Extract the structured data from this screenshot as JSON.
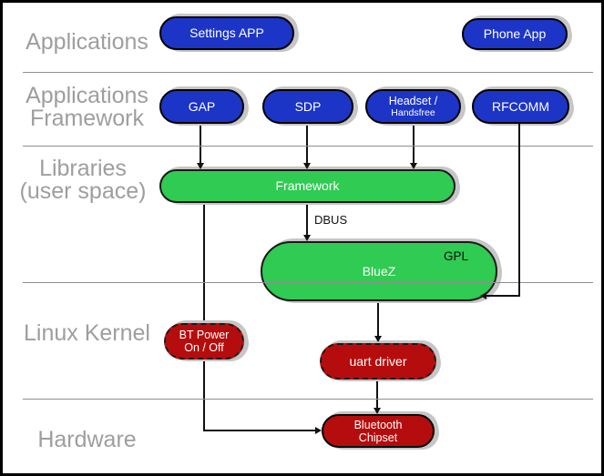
{
  "colors": {
    "blue": "#1c35c6",
    "green": "#2fcb52",
    "red": "#b50d0d",
    "label_gray": "#9e9e9e",
    "shadow": "#c6c6c6",
    "divider": "#8f8f8f",
    "line": "#111111"
  },
  "layers": {
    "applications": {
      "lines": [
        "Applications"
      ]
    },
    "applications_framework": {
      "lines": [
        "Applications",
        "Framework"
      ]
    },
    "libraries": {
      "lines": [
        "Libraries",
        "(user space)"
      ]
    },
    "linux_kernel": {
      "lines": [
        "Linux Kernel"
      ]
    },
    "hardware": {
      "lines": [
        "Hardware"
      ]
    }
  },
  "nodes": {
    "settings_app": {
      "label": "Settings APP",
      "color": "#1c35c6"
    },
    "phone_app": {
      "label": "Phone App",
      "color": "#1c35c6"
    },
    "gap": {
      "label": "GAP",
      "color": "#1c35c6"
    },
    "sdp": {
      "label": "SDP",
      "color": "#1c35c6"
    },
    "headset": {
      "line1": "Headset /",
      "line2": "Handsfree",
      "color": "#1c35c6"
    },
    "rfcomm": {
      "label": "RFCOMM",
      "color": "#1c35c6"
    },
    "framework": {
      "label": "Framework",
      "color": "#2fcb52"
    },
    "bluez": {
      "label": "BlueZ",
      "badge": "GPL",
      "color": "#2fcb52"
    },
    "bt_power": {
      "line1": "BT Power",
      "line2": "On / Off",
      "color": "#b50d0d",
      "border": "dashed"
    },
    "uart_driver": {
      "label": "uart driver",
      "color": "#b50d0d",
      "border": "dashed"
    },
    "bluetooth_chipset": {
      "line1": "Bluetooth",
      "line2": "Chipset",
      "color": "#b50d0d",
      "border": "solid"
    }
  },
  "edge_labels": {
    "dbus": "DBUS"
  },
  "edges": [
    {
      "from": "GAP",
      "to": "Framework"
    },
    {
      "from": "SDP",
      "to": "Framework"
    },
    {
      "from": "Headset / Handsfree",
      "to": "Framework"
    },
    {
      "from": "Framework",
      "to": "BlueZ",
      "label": "DBUS"
    },
    {
      "from": "RFCOMM",
      "to": "BlueZ"
    },
    {
      "from": "BlueZ",
      "to": "uart driver"
    },
    {
      "from": "uart driver",
      "to": "Bluetooth Chipset"
    },
    {
      "from": "Framework",
      "to": "Bluetooth Chipset"
    }
  ]
}
